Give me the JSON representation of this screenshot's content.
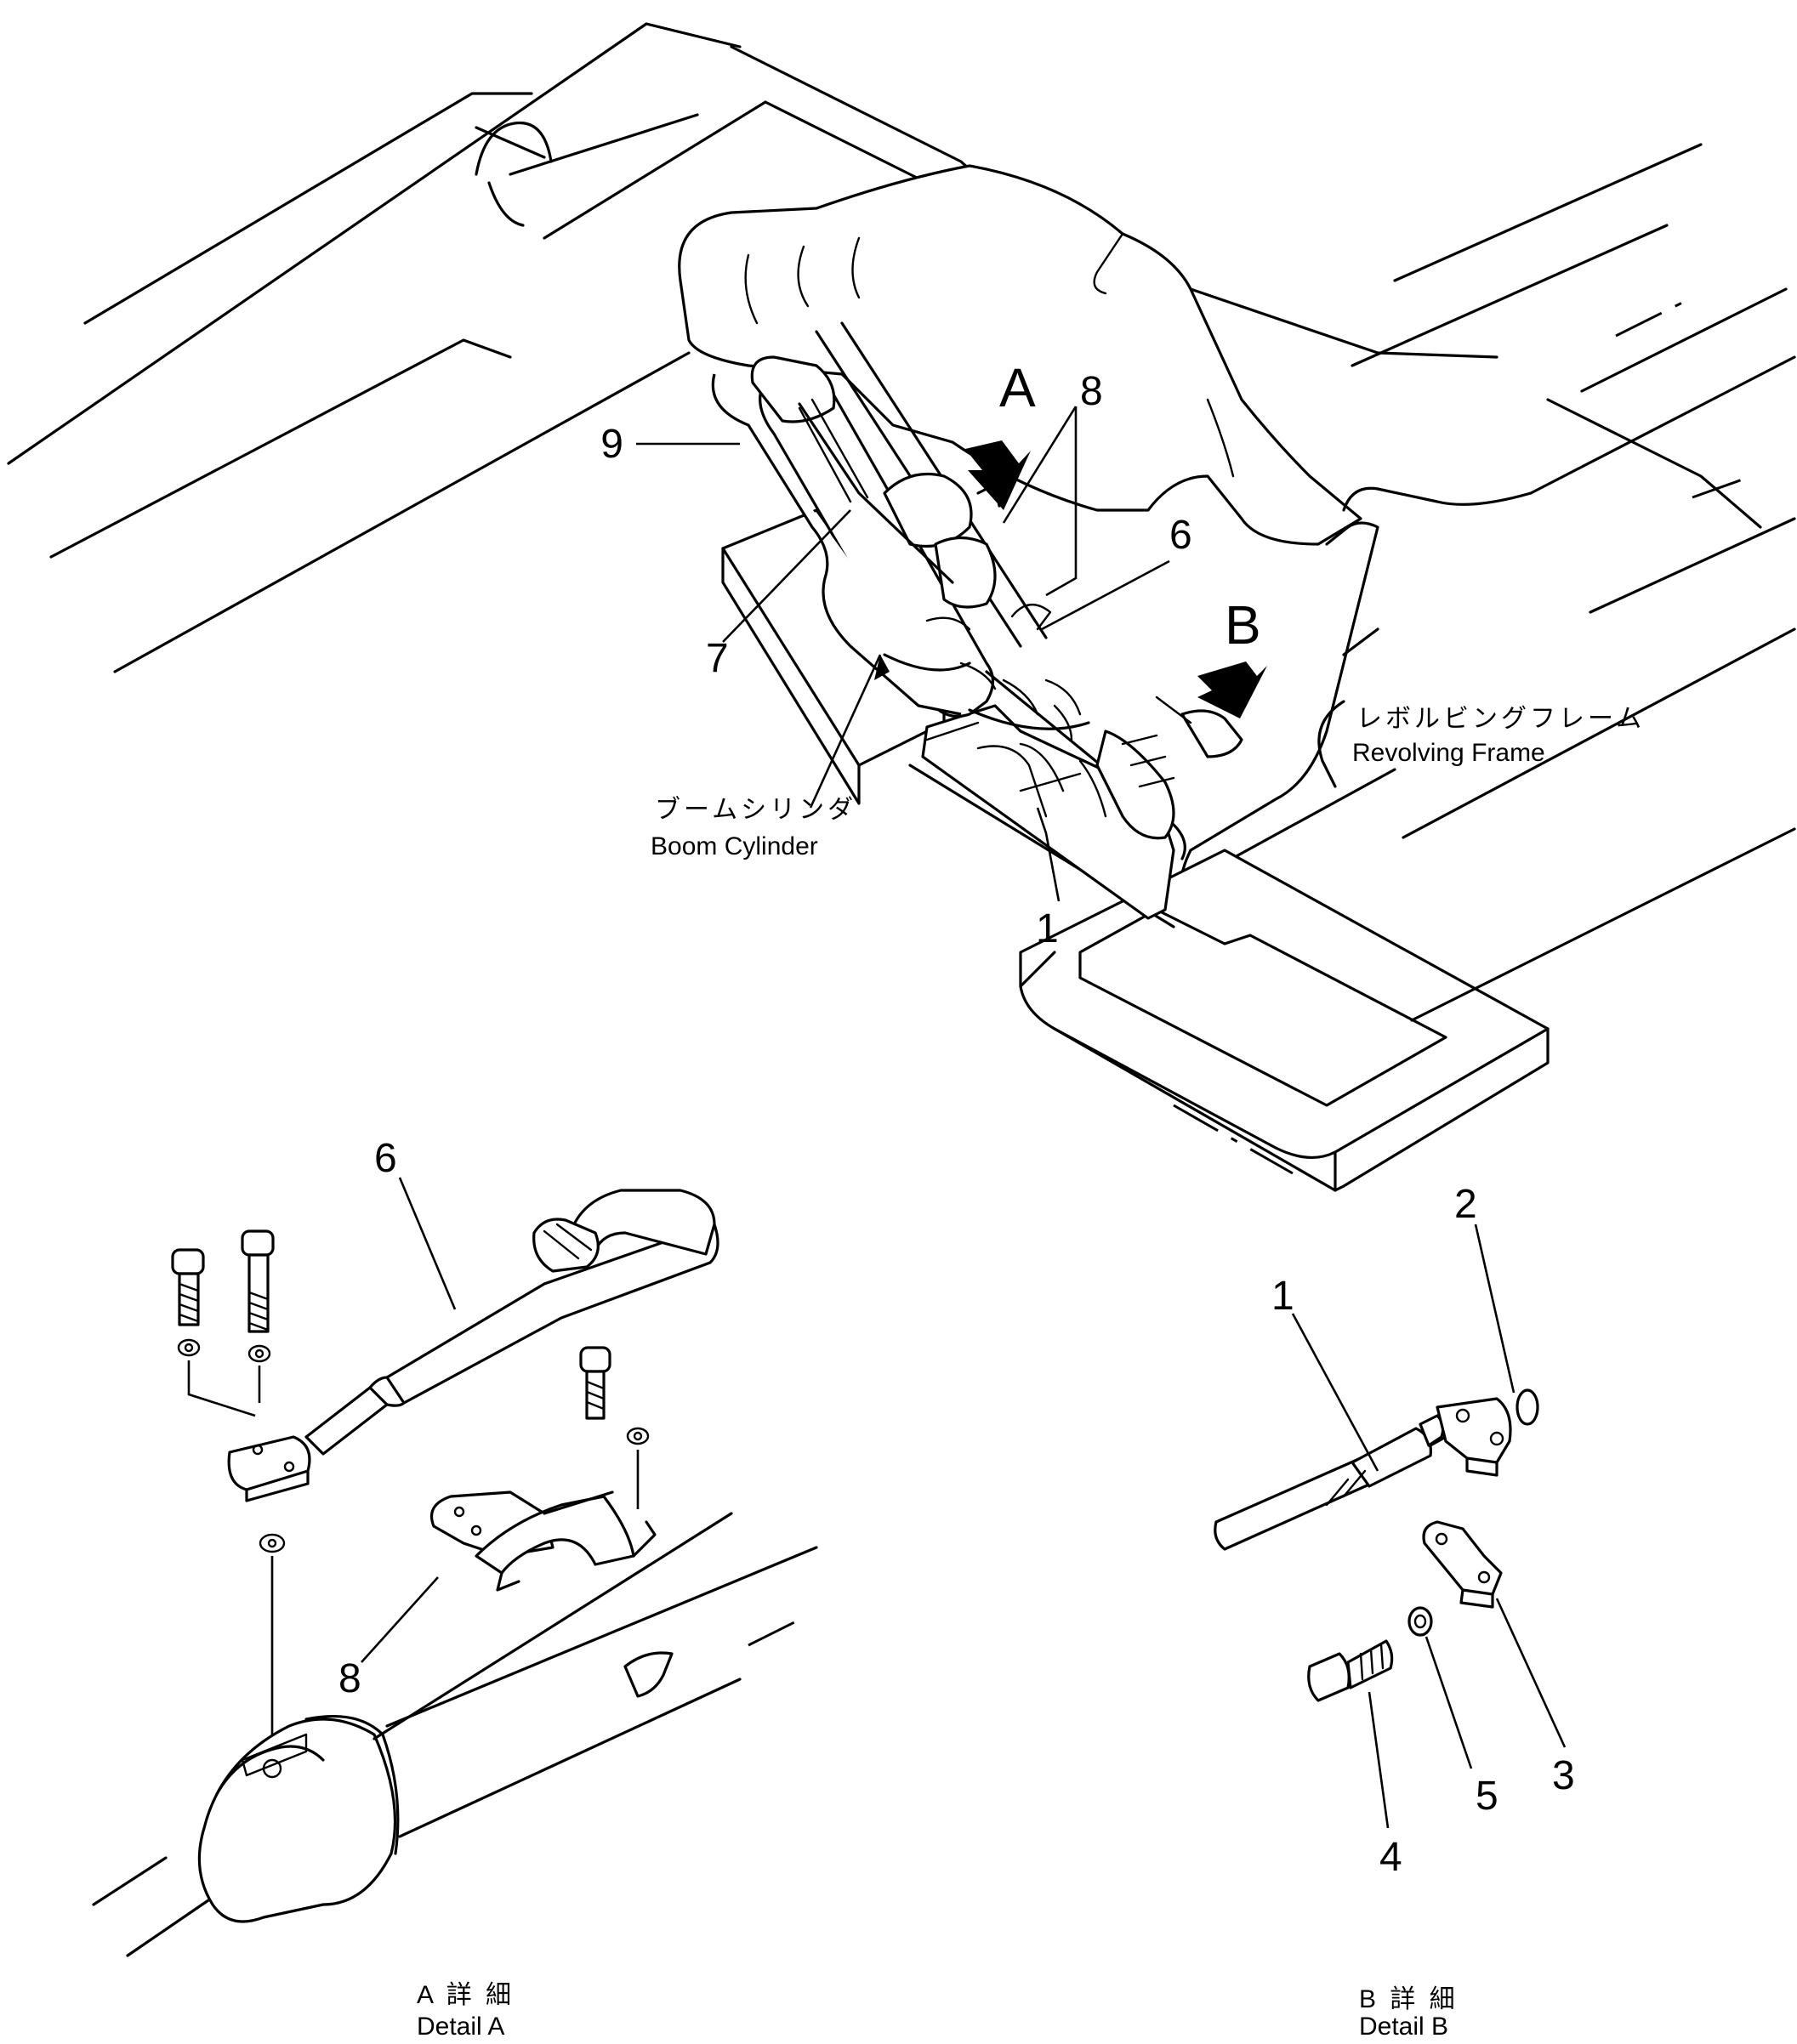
{
  "callouts": {
    "main": {
      "n9": "9",
      "n8": "8",
      "n6": "6",
      "n7": "7",
      "n1": "1",
      "arrow_a": "A",
      "arrow_b": "B"
    },
    "detail_a": {
      "n6": "6",
      "n8": "8"
    },
    "detail_b": {
      "n1": "1",
      "n2": "2",
      "n3": "3",
      "n4": "4",
      "n5": "5"
    }
  },
  "labels": {
    "boom_cylinder_jp": "ブームシリンダ",
    "boom_cylinder_en": "Boom Cylinder",
    "revolving_frame_jp": "レボルビングフレーム",
    "revolving_frame_en": "Revolving Frame"
  },
  "captions": {
    "detail_a_jp": "A 詳 細",
    "detail_a_en": "Detail A",
    "detail_b_jp": "B 詳 細",
    "detail_b_en": "Detail B"
  }
}
